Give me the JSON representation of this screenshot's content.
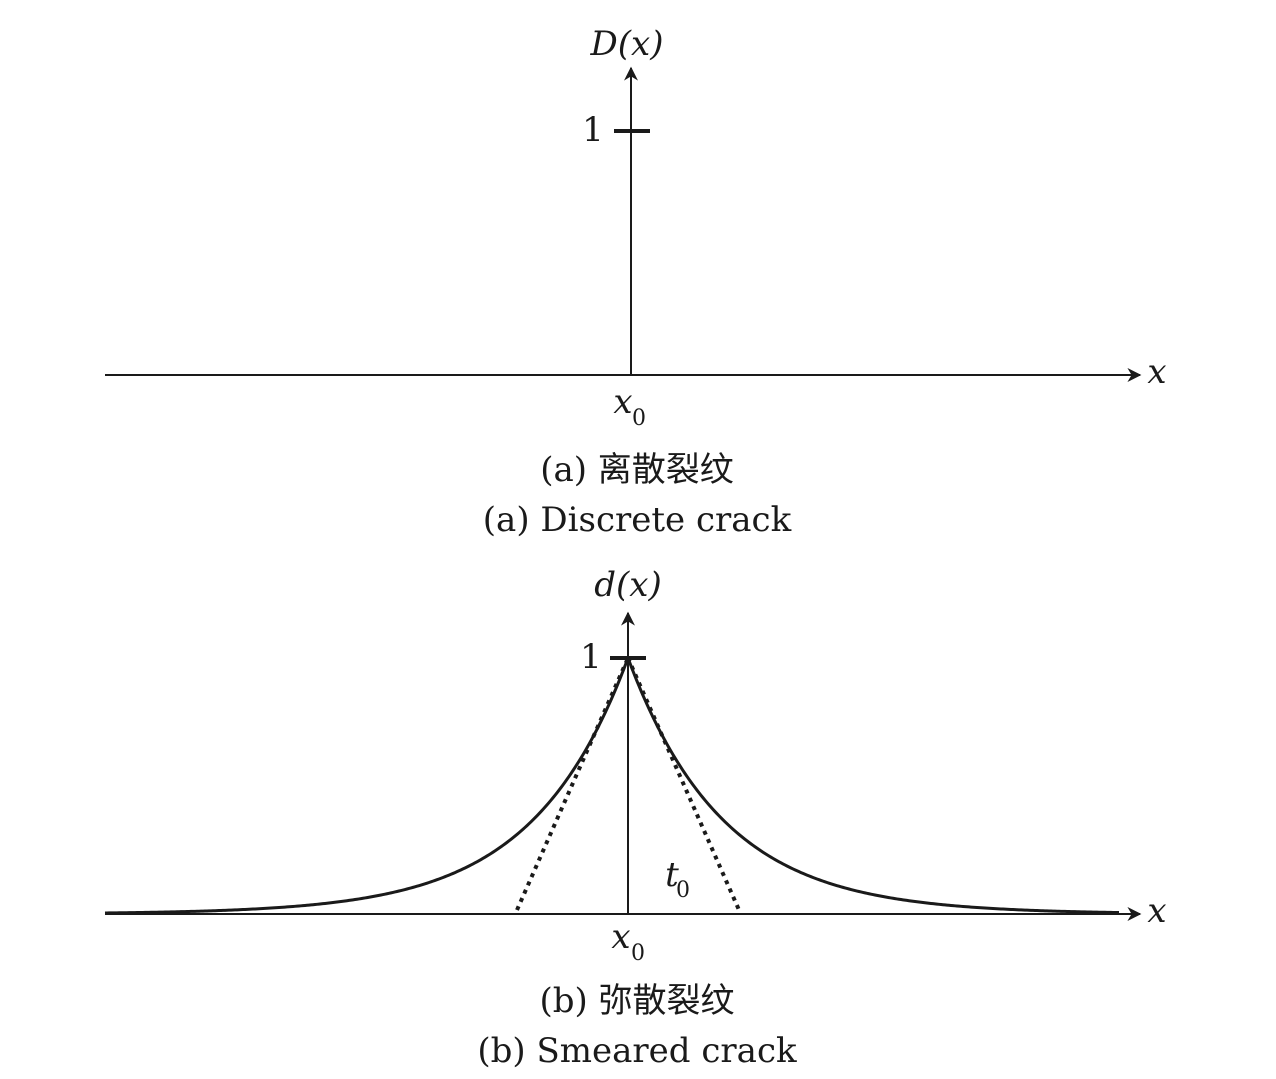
{
  "panel_a": {
    "y_label": "D(x)",
    "x_label": "x",
    "tick_one": "1",
    "origin_label": "x",
    "origin_sub": "0",
    "caption_cn": "(a) 离散裂纹",
    "caption_en": "(a) Discrete crack"
  },
  "panel_b": {
    "y_label": "d(x)",
    "x_label": "x",
    "tick_one": "1",
    "origin_label": "x",
    "origin_sub": "0",
    "width_label": "t",
    "width_sub": "0",
    "caption_cn": "(b) 弥散裂纹",
    "caption_en": "(b) Smeared crack"
  },
  "colors": {
    "ink": "#1a1a1a"
  }
}
